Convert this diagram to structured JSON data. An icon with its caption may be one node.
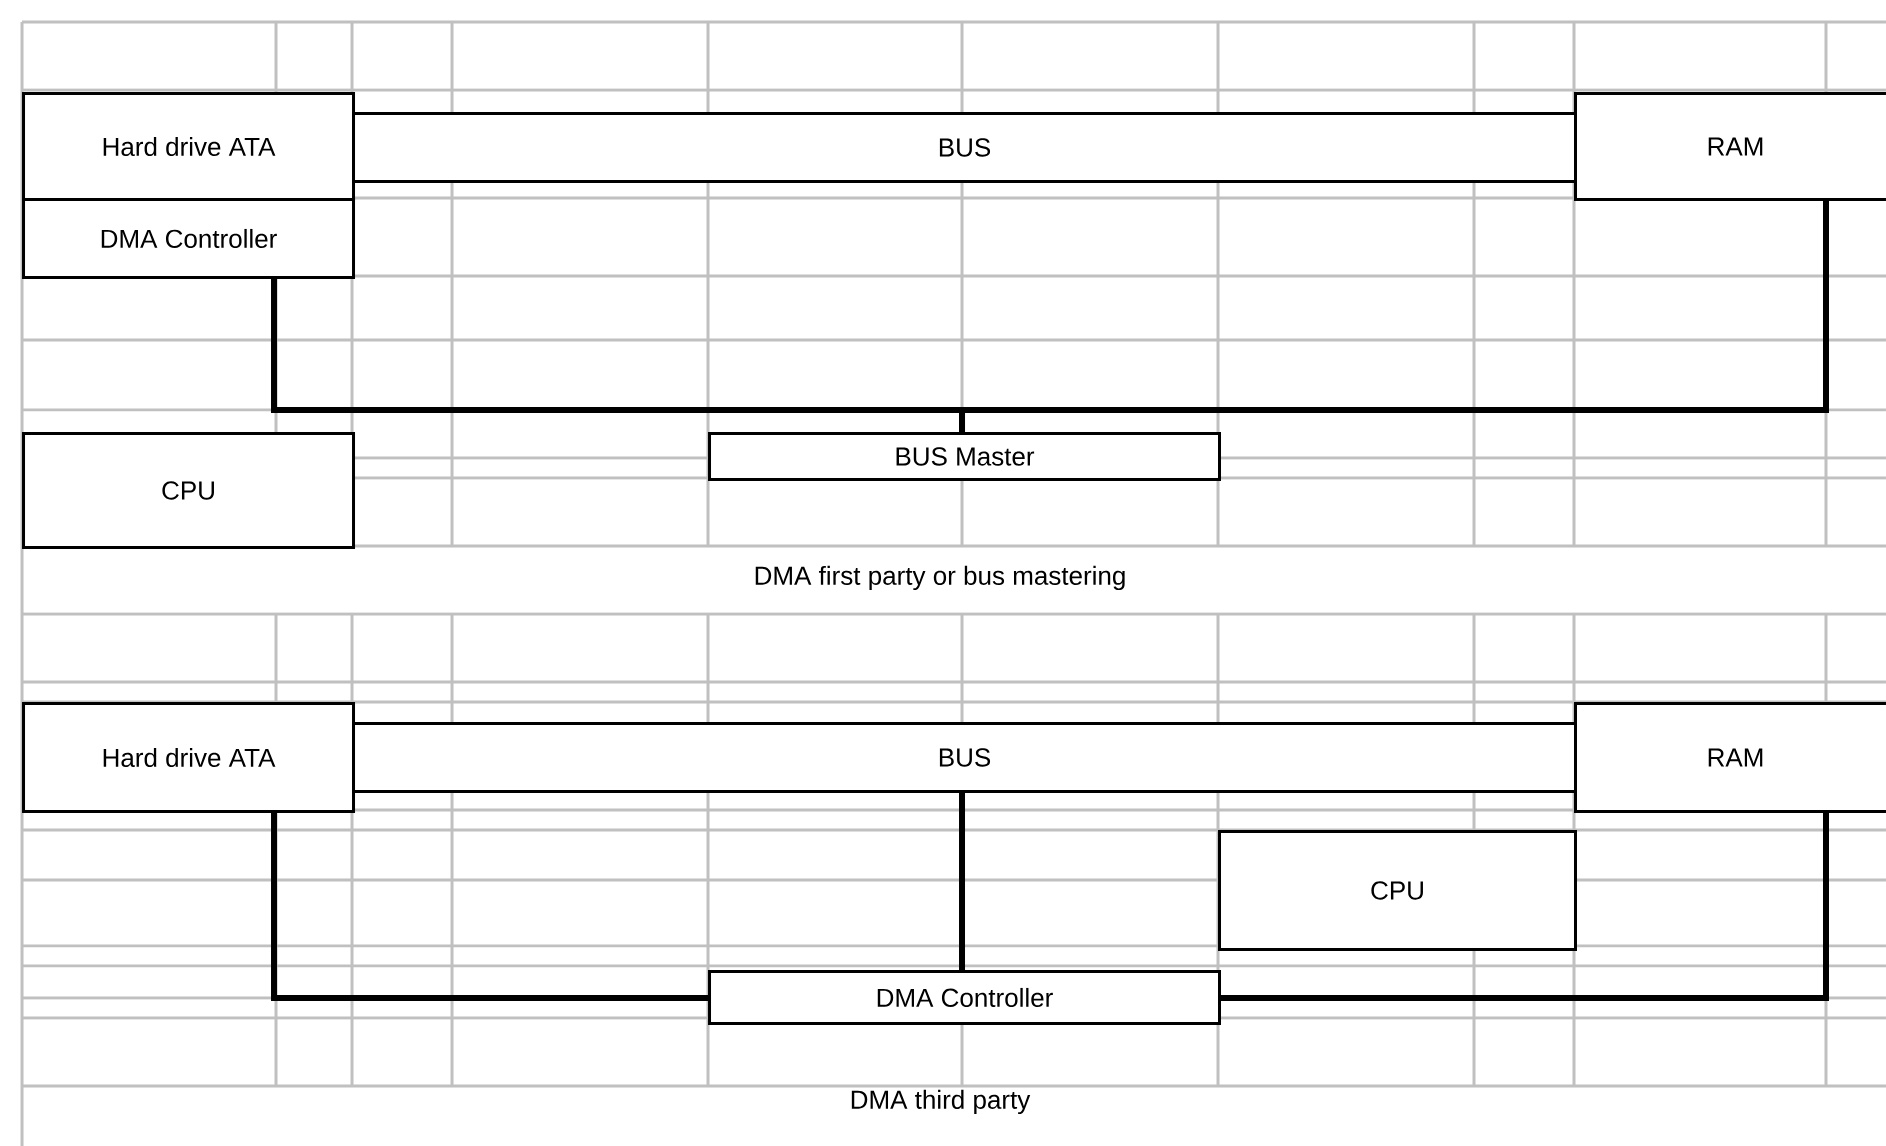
{
  "diagram": {
    "nodes": [
      {
        "text": [
          "Hard drive ATA"
        ]
      },
      {
        "text": [
          "DMA Controller"
        ]
      },
      {
        "text": [
          "BUS"
        ]
      },
      {
        "text": [
          "RAM"
        ]
      },
      {
        "text": [
          "CPU"
        ]
      },
      {
        "text": [
          "BUS Master"
        ]
      },
      {
        "text": [
          "Hard drive ATA"
        ]
      },
      {
        "text": [
          "BUS"
        ]
      },
      {
        "text": [
          "RAM"
        ]
      },
      {
        "text": [
          "CPU"
        ]
      },
      {
        "text": [
          "DMA Controller"
        ]
      }
    ],
    "edges": [
      {
        "from": 1,
        "to": 5,
        "arrow": "none"
      },
      {
        "from": 5,
        "to": 3,
        "arrow": "none"
      },
      {
        "from": 6,
        "to": 10,
        "arrow": "none"
      },
      {
        "from": 7,
        "to": 10,
        "arrow": "none"
      },
      {
        "from": 10,
        "to": 8,
        "arrow": "none"
      }
    ],
    "labels": [
      "DMA first party or bus mastering",
      "DMA third party"
    ]
  }
}
